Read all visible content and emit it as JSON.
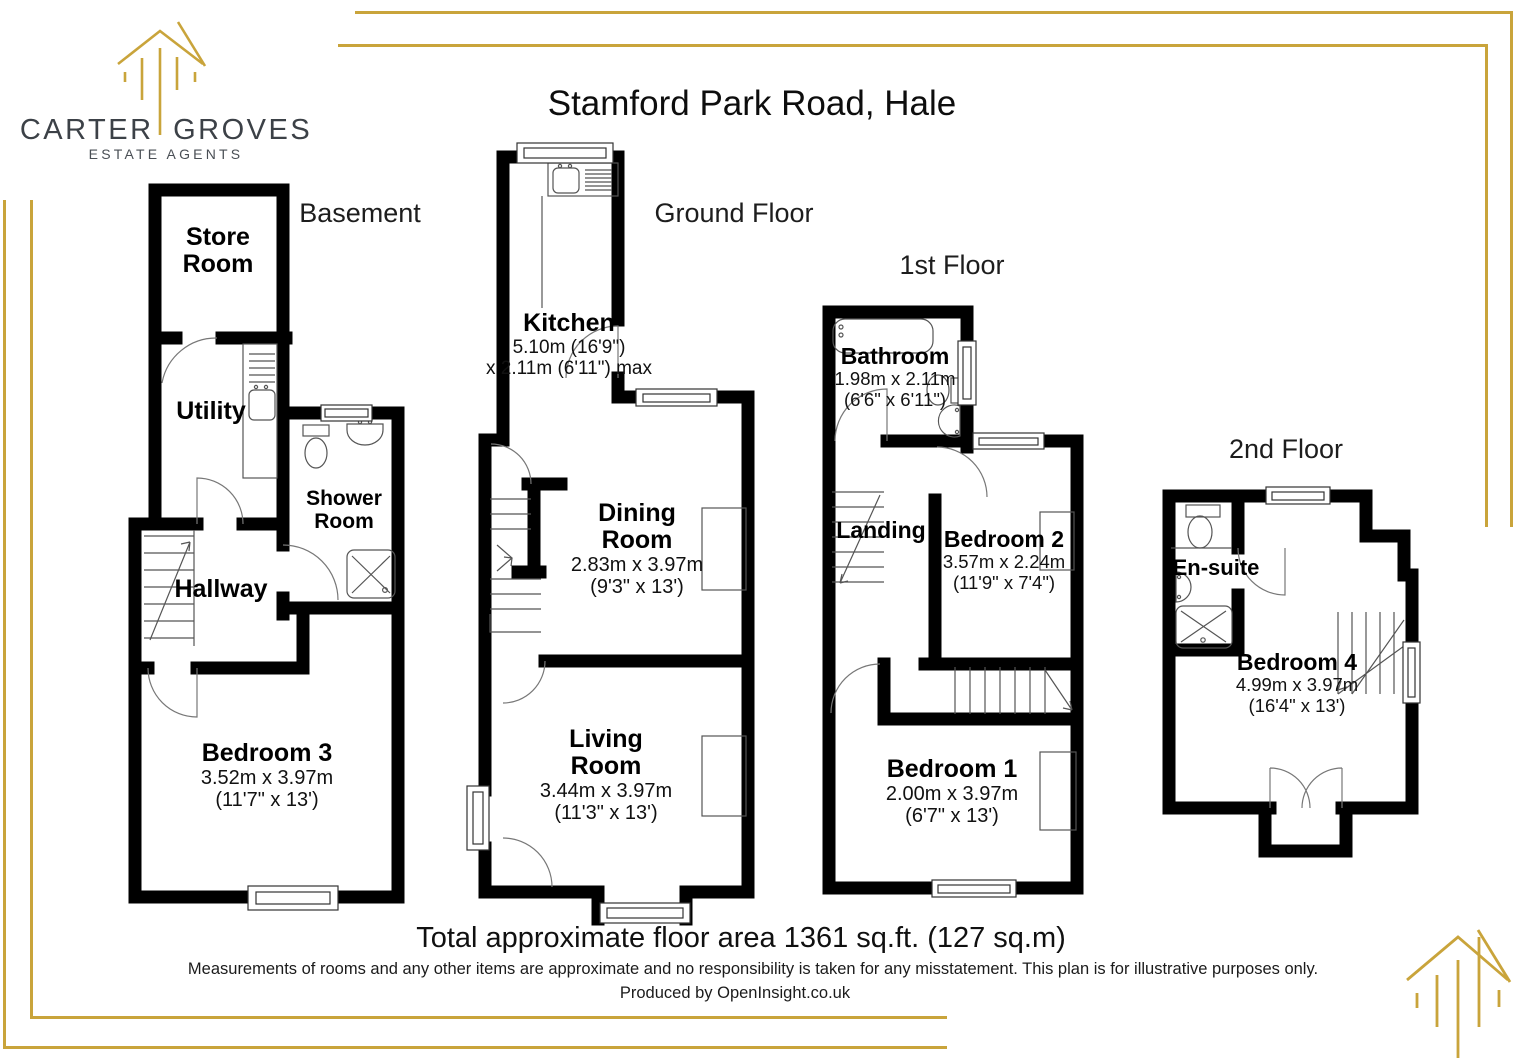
{
  "brand": {
    "name": "CARTER GROVES",
    "tagline": "ESTATE AGENTS"
  },
  "header": {
    "title": "Stamford Park Road, Hale"
  },
  "floors": {
    "basement": {
      "label": "Basement",
      "rooms": {
        "store": {
          "name": "Store Room"
        },
        "utility": {
          "name": "Utility"
        },
        "shower": {
          "name": "Shower Room"
        },
        "hallway": {
          "name": "Hallway"
        },
        "bedroom3": {
          "name": "Bedroom 3",
          "dim_m": "3.52m x 3.97m",
          "dim_ft": "(11'7\" x 13')"
        }
      }
    },
    "ground": {
      "label": "Ground Floor",
      "rooms": {
        "kitchen": {
          "name": "Kitchen",
          "dim_m": "5.10m (16'9\")",
          "dim_ft": "x 2.11m (6'11\") max"
        },
        "dining": {
          "name": "Dining Room",
          "dim_m": "2.83m x 3.97m",
          "dim_ft": "(9'3\" x 13')"
        },
        "living": {
          "name": "Living Room",
          "dim_m": "3.44m x 3.97m",
          "dim_ft": "(11'3\" x 13')"
        }
      }
    },
    "first": {
      "label": "1st Floor",
      "rooms": {
        "bathroom": {
          "name": "Bathroom",
          "dim_m": "1.98m x 2.11m",
          "dim_ft": "(6'6\" x 6'11\")"
        },
        "landing": {
          "name": "Landing"
        },
        "bedroom2": {
          "name": "Bedroom 2",
          "dim_m": "3.57m x 2.24m",
          "dim_ft": "(11'9\" x 7'4\")"
        },
        "bedroom1": {
          "name": "Bedroom 1",
          "dim_m": "2.00m x 3.97m",
          "dim_ft": "(6'7\" x 13')"
        }
      }
    },
    "second": {
      "label": "2nd Floor",
      "rooms": {
        "ensuite": {
          "name": "En-suite"
        },
        "bedroom4": {
          "name": "Bedroom 4",
          "dim_m": "4.99m x 3.97m",
          "dim_ft": "(16'4\" x 13')"
        }
      }
    }
  },
  "footer": {
    "total": "Total approximate floor area 1361 sq.ft. (127 sq.m)",
    "disclaimer": "Measurements of rooms and any other items are approximate and no responsibility is taken for any misstatement. This plan is for illustrative purposes only.",
    "produced": "Produced by OpenInsight.co.uk"
  },
  "colors": {
    "accent_gold": "#C9A43B",
    "logo_text": "#3C4147",
    "plan_ink": "#111111"
  }
}
